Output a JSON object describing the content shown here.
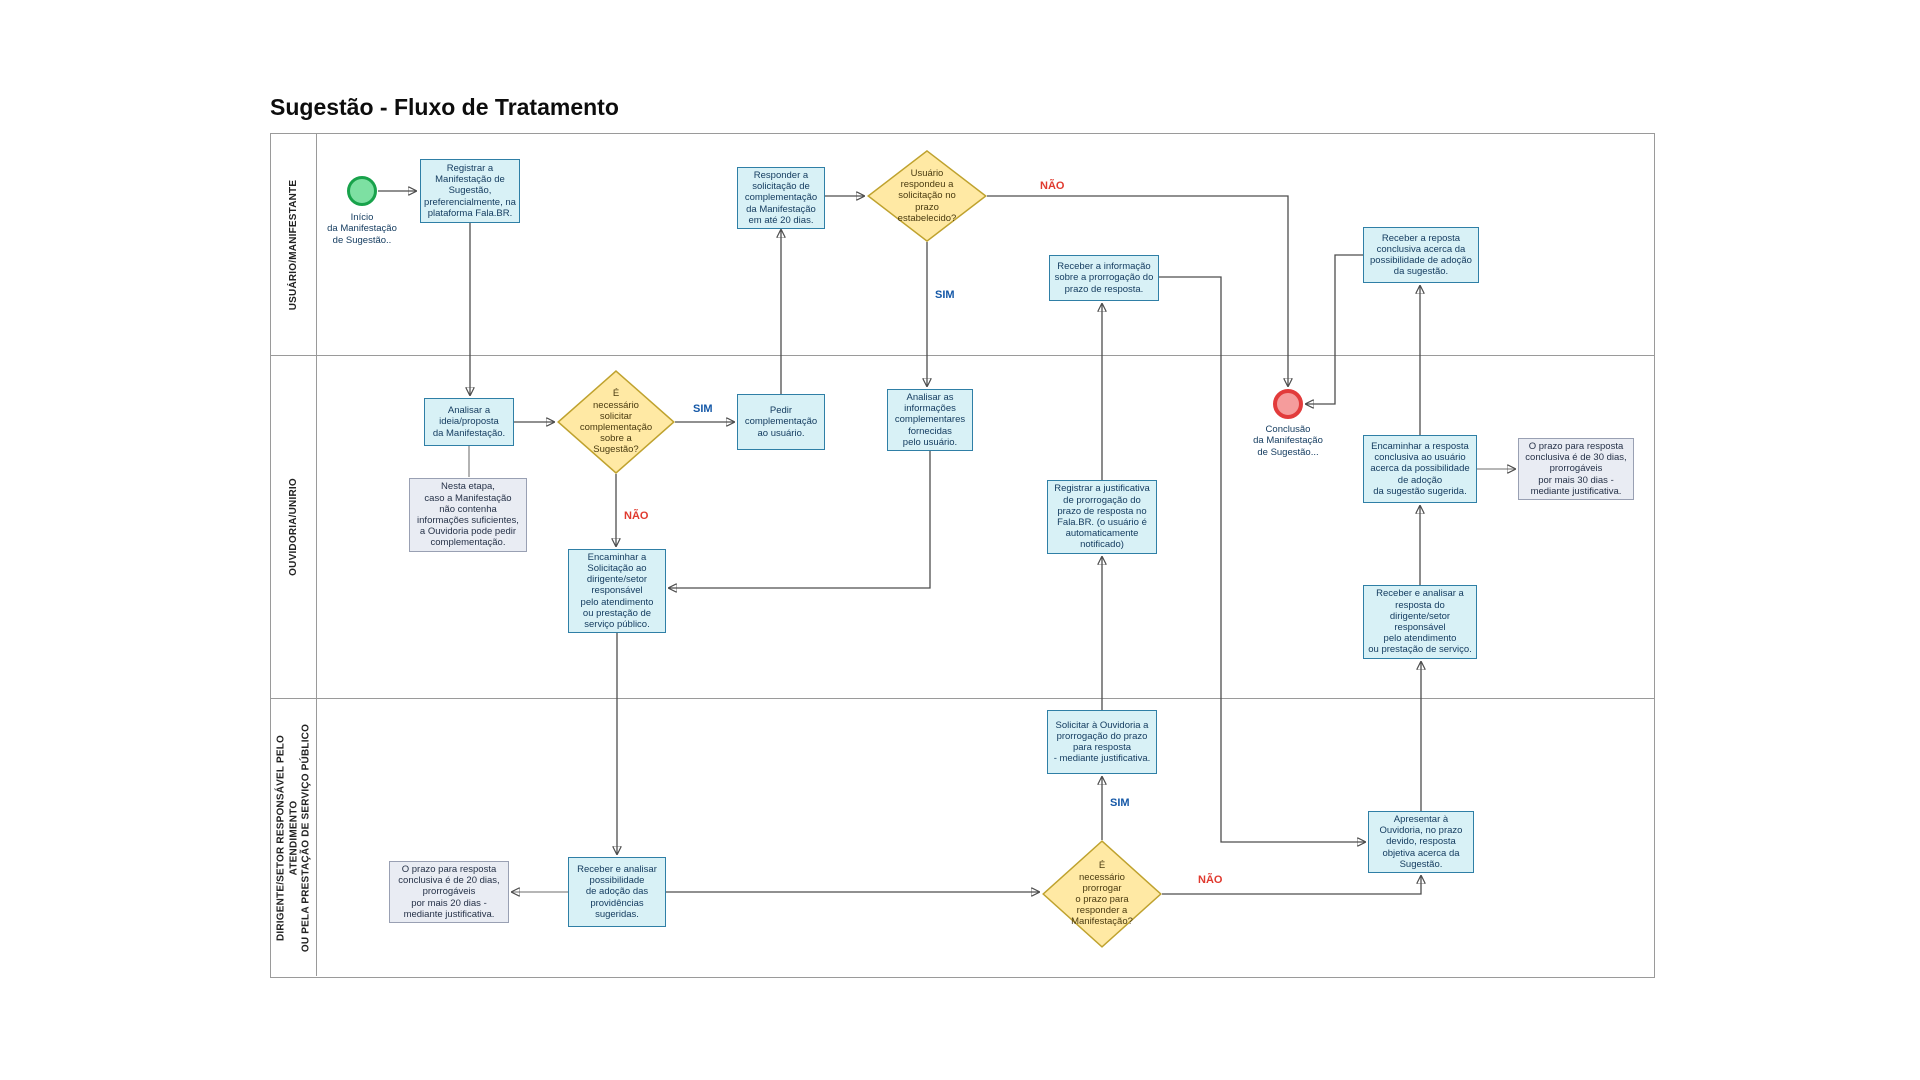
{
  "title": "Sugestão - Fluxo de Tratamento",
  "lanes": {
    "lane1": "USUÁRIO/MANIFESTANTE",
    "lane2": "OUVIDORIA/UNIRIO",
    "lane3": "DIRIGENTE/SETOR RESPONSÁVEL PELO ATENDIMENTO\nOU PELA PRESTAÇÃO DE SERVIÇO PÚBLICO"
  },
  "labels": {
    "sim": "SIM",
    "nao": "NÃO"
  },
  "colors": {
    "task_fill": "#d8f1f6",
    "task_border": "#2f7fa6",
    "gateway_fill": "#ffe9a4",
    "gateway_border": "#bfa22e",
    "note_fill": "#e9ecf3",
    "note_border": "#99a0b3",
    "start_fill": "#7de0a2",
    "start_border": "#18a24b",
    "end_fill": "#f59c9c",
    "end_border": "#e23b3b",
    "sim_label": "#1558a7",
    "nao_label": "#e03a2f"
  },
  "nodes": {
    "start_label": "Início\nda Manifestação\nde Sugestão..",
    "registrar": "Registrar a\nManifestação de\nSugestão,\npreferencialmente, na\nplataforma Fala.BR.",
    "responder": "Responder a\nsolicitação de\ncomplementação\nda Manifestação\nem até 20 dias.",
    "gw_respondeu": "Usuário\nrespondeu a\nsolicitação no\nprazo\nestabelecido?",
    "receber_info": "Receber a informação\nsobre a prorrogação do\nprazo de resposta.",
    "receber_resposta": "Receber a reposta\nconclusiva acerca da\npossibilidade de adoção\nda sugestão.",
    "analisar_ideia": "Analisar a\nideia/proposta\nda Manifestação.",
    "gw_complementacao": "É\nnecessário\nsolicitar\ncomplementação\nsobre a\nSugestão?",
    "pedir": "Pedir\ncomplementação\nao usuário.",
    "analisar_info": "Analisar as\ninformações\ncomplementares\nfornecidas\npelo usuário.",
    "nota_etapa": "Nesta etapa,\ncaso a Manifestação\nnão contenha\ninformações suficientes,\na Ouvidoria pode pedir\ncomplementação.",
    "encaminhar_solicitacao": "Encaminhar a\nSolicitação ao\ndirigente/setor\nresponsável\npelo atendimento\nou prestação de\nserviço público.",
    "registrar_justificativa": "Registrar a justificativa\nde prorrogação do\nprazo de resposta no\nFala.BR. (o usuário é\nautomaticamente\nnotificado)",
    "end_label": "Conclusão\nda Manifestação\nde Sugestão...",
    "encaminhar_resposta": "Encaminhar a resposta\nconclusiva ao usuário\nacerca da possibilidade\nde adoção\nda sugestão sugerida.",
    "nota_30": "O prazo para resposta\nconclusiva é de 30 dias,\nprorrogáveis\npor mais 30 dias -\nmediante justificativa.",
    "receber_analisar_resposta": "Receber e analisar a\nresposta do\ndirigente/setor\nresponsável\npelo atendimento\nou prestação de serviço.",
    "solicitar_prorrogacao": "Solicitar à Ouvidoria a\nprorrogação do prazo\npara resposta\n- mediante justificativa.",
    "gw_prorrogar": "É\nnecessário\nprorrogar\no prazo para\nresponder a\nManifestação?",
    "nota_20": "O prazo para resposta\nconclusiva é de 20 dias,\nprorrogáveis\npor mais 20 dias -\nmediante justificativa.",
    "receber_possibilidade": "Receber e analisar\npossibilidade\nde adoção das\nprovidências\nsugeridas.",
    "apresentar": "Apresentar à\nOuvidoria, no prazo\ndevido, resposta\nobjetiva acerca da\nSugestão."
  }
}
